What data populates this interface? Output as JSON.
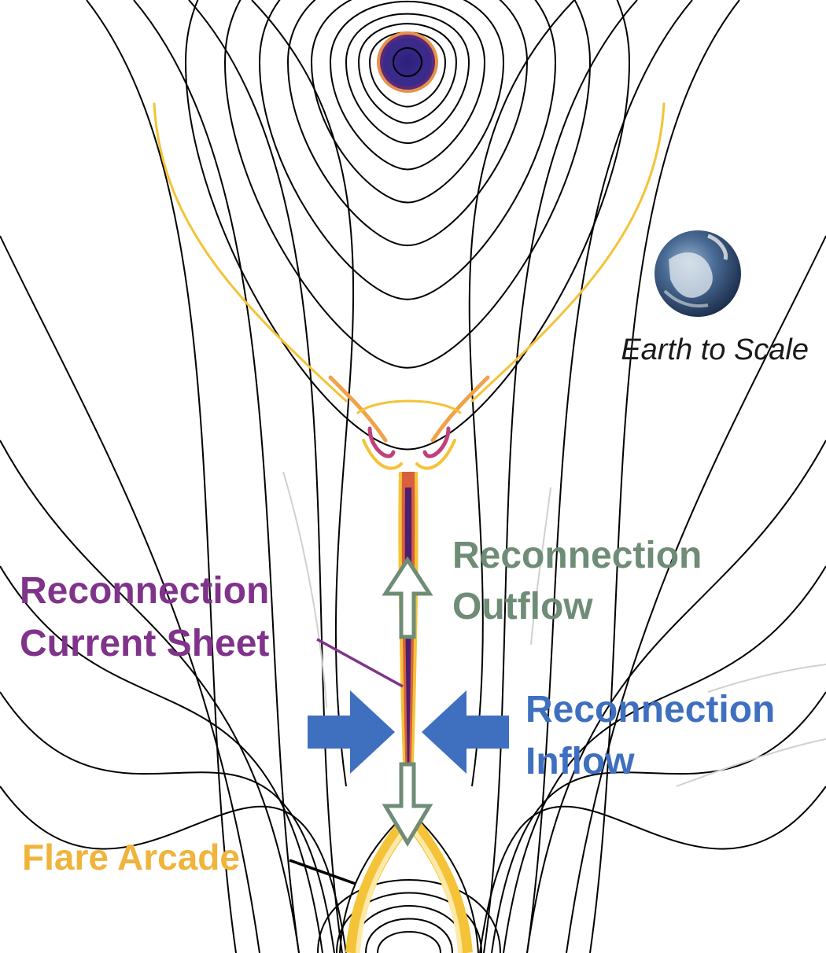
{
  "labels": {
    "earth": "Earth to Scale",
    "outflow": [
      "Reconnection",
      "Outflow"
    ],
    "current_sheet": [
      "Reconnection",
      "Current Sheet"
    ],
    "inflow": [
      "Reconnection",
      "Inflow"
    ],
    "flare_arcade": "Flare Arcade"
  },
  "colors": {
    "field_line": "#000000",
    "faded_field_line": "#d0d0d0",
    "current_sheet": "#80338a",
    "outflow": "#6e8c76",
    "inflow": "#3f6fbf",
    "flare_arcade": "#f0b43c",
    "flux_rope_core": "#2a1f7a",
    "earth_ocean": "#2f4f7a"
  },
  "icons": [
    "earth-icon",
    "outflow-arrow-icon",
    "inflow-arrow-icon"
  ]
}
